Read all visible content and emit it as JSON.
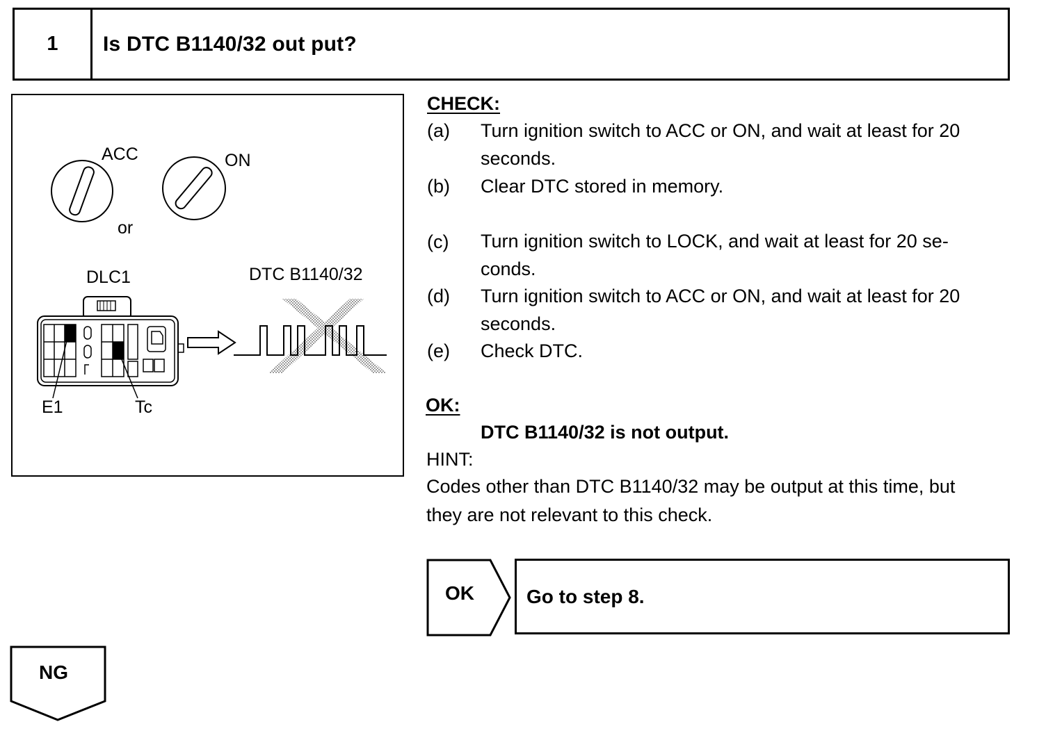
{
  "step": {
    "number": "1",
    "question": "Is DTC B1140/32 out put?"
  },
  "figure": {
    "acc_label": "ACC",
    "on_label": "ON",
    "or_label": "or",
    "dlc_label": "DLC1",
    "dtc_label": "DTC B1140/32",
    "e1_label": "E1",
    "tc_label": "Tc"
  },
  "check": {
    "heading": "CHECK:",
    "items": [
      {
        "letter": "(a)",
        "line1": "Turn ignition switch to ACC or ON, and wait at least for 20",
        "line2": "seconds."
      },
      {
        "letter": "(b)",
        "line1": "Clear DTC stored in memory.",
        "line2": ""
      },
      {
        "letter": "(c)",
        "line1": "Turn ignition switch to LOCK, and wait at least for 20 se-",
        "line2": "conds."
      },
      {
        "letter": "(d)",
        "line1": "Turn ignition switch to ACC or ON, and wait at least for 20",
        "line2": "seconds."
      },
      {
        "letter": "(e)",
        "line1": "Check DTC.",
        "line2": ""
      }
    ]
  },
  "ok_section": {
    "heading": "OK:",
    "result": "DTC B1140/32 is not output.",
    "hint_label": "HINT:",
    "hint_line1": "Codes other than DTC B1140/32 may be output at this time, but",
    "hint_line2": "they are not relevant to this check."
  },
  "ok_branch": {
    "label": "OK",
    "action": "Go to step 8."
  },
  "ng_branch": {
    "label": "NG"
  }
}
